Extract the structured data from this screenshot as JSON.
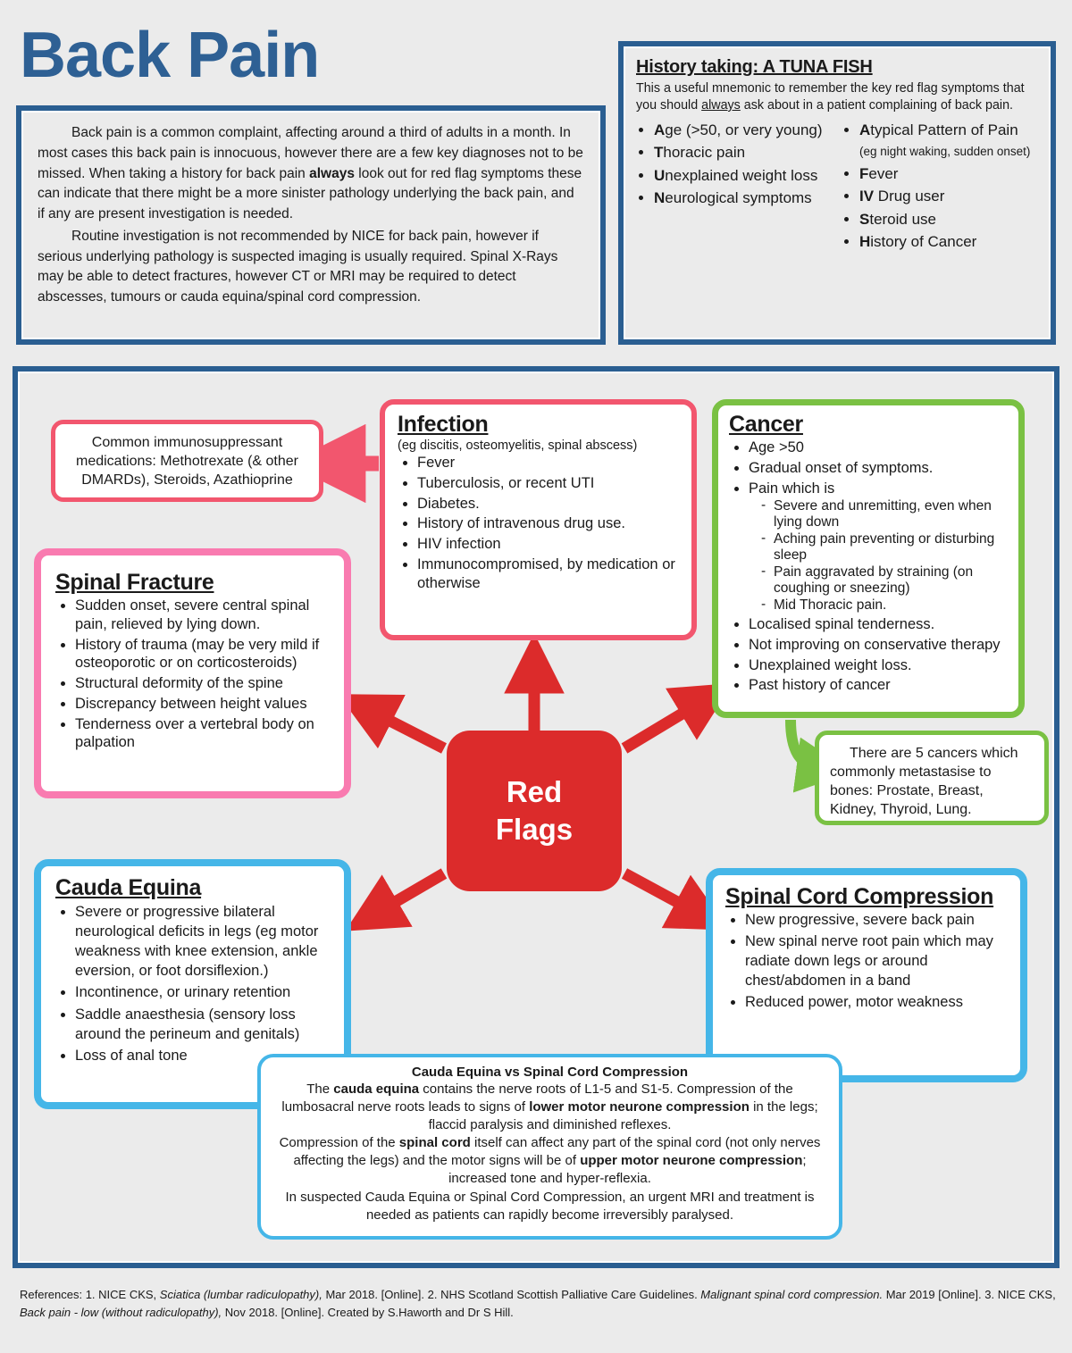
{
  "title": "Back Pain",
  "colors": {
    "header_blue": "#2a5e91",
    "title_blue": "#2e6094",
    "red": "#dc2b2b",
    "coral_pink": "#f2566e",
    "light_pink": "#f97bb0",
    "green": "#7ac143",
    "light_blue": "#45b6e8",
    "page_background": "#ebebeb"
  },
  "intro": {
    "paragraph1_a": "Back pain is a common complaint, affecting around a third of adults in a month. In most cases this back pain is innocuous, however there are a few key diagnoses not to be missed. When taking a history for back pain ",
    "paragraph1_bold": "always",
    "paragraph1_b": " look out for red flag symptoms these can indicate that there might be a more sinister pathology underlying the back pain, and if any are present investigation is needed.",
    "paragraph2": "Routine investigation is not recommended by NICE for back pain, however if serious underlying pathology is suspected imaging is usually required. Spinal X-Rays may be able to detect fractures, however CT or MRI may be required to detect abscesses, tumours or cauda equina/spinal cord compression."
  },
  "mnemonic": {
    "heading": "History taking: A TUNA FISH",
    "intro_a": "This a useful mnemonic to remember the key red flag symptoms that you should ",
    "intro_underline": "always",
    "intro_b": " ask about in a patient complaining of back pain.",
    "column_left": [
      {
        "initial": "A",
        "rest": "ge (>50, or very young)",
        "small": ""
      },
      {
        "initial": "T",
        "rest": "horacic pain",
        "small": ""
      },
      {
        "initial": "U",
        "rest": "nexplained weight loss",
        "small": ""
      },
      {
        "initial": "N",
        "rest": "eurological symptoms",
        "small": ""
      }
    ],
    "column_right": [
      {
        "initial": "A",
        "rest": "typical Pattern of Pain ",
        "small": "(eg night waking, sudden onset)"
      },
      {
        "initial": "F",
        "rest": "ever",
        "small": ""
      },
      {
        "initial": "IV",
        "rest": " Drug user",
        "small": ""
      },
      {
        "initial": "S",
        "rest": "teroid use",
        "small": ""
      },
      {
        "initial": "H",
        "rest": "istory of Cancer",
        "small": ""
      }
    ]
  },
  "center": {
    "label_line1": "Red",
    "label_line2": "Flags"
  },
  "cards": {
    "infection": {
      "title": "Infection",
      "subtitle": "(eg discitis, osteomyelitis, spinal abscess)",
      "items": [
        "Fever",
        "Tuberculosis, or recent UTI",
        "Diabetes.",
        "History of intravenous drug use.",
        "HIV infection",
        "Immunocompromised, by medication or otherwise"
      ]
    },
    "cancer": {
      "title": "Cancer",
      "items": [
        {
          "text": "Age >50",
          "sub": []
        },
        {
          "text": "Gradual onset of symptoms.",
          "sub": []
        },
        {
          "text": "Pain which is",
          "sub": [
            "Severe and unremitting, even when lying down",
            "Aching pain preventing or disturbing sleep",
            "Pain aggravated by straining (on coughing or sneezing)",
            "Mid Thoracic pain."
          ]
        },
        {
          "text": "Localised spinal tenderness.",
          "sub": []
        },
        {
          "text": "Not improving on conservative therapy",
          "sub": []
        },
        {
          "text": "Unexplained weight loss.",
          "sub": []
        },
        {
          "text": "Past history of cancer",
          "sub": []
        }
      ]
    },
    "fracture": {
      "title": "Spinal Fracture",
      "items": [
        "Sudden onset, severe central spinal pain, relieved by lying down.",
        "History of trauma (may be very mild if osteoporotic or on corticosteroids)",
        "Structural deformity of the spine",
        "Discrepancy between height values",
        "Tenderness over a vertebral body on palpation"
      ]
    },
    "cauda_equina": {
      "title": "Cauda Equina",
      "items": [
        "Severe or progressive bilateral neurological deficits in legs (eg motor weakness with knee extension, ankle eversion, or foot dorsiflexion.)",
        "Incontinence, or urinary retention",
        "Saddle anaesthesia (sensory loss around the perineum and genitals)",
        "Loss of anal tone"
      ]
    },
    "spinal_cord_compression": {
      "title": "Spinal Cord Compression",
      "items": [
        "New progressive, severe back pain",
        "New spinal nerve root pain which may radiate down legs or around chest/abdomen in a band",
        "Reduced power, motor weakness"
      ]
    }
  },
  "notes": {
    "immunosuppressants": "Common immunosuppressant medications: Methotrexate (& other DMARDs), Steroids,  Azathioprine",
    "metastasis": "There are 5 cancers which commonly metastasise to bones: Prostate, Breast, Kidney, Thyroid, Lung."
  },
  "comparison": {
    "title": "Cauda Equina vs Spinal Cord Compression",
    "line1_a": "The ",
    "line1_b1": "cauda equina",
    "line1_c": " contains the nerve roots of L1-5 and S1-5. Compression of the lumbosacral nerve roots leads to signs of ",
    "line1_b2": "lower motor neurone compression",
    "line1_d": " in the legs; flaccid paralysis and diminished reflexes.",
    "line2_a": "Compression of the ",
    "line2_b1": "spinal cord",
    "line2_c": " itself can affect any part of the spinal cord (not only nerves affecting the legs) and the motor signs will be of ",
    "line2_b2": "upper motor neurone compression",
    "line2_d": "; increased tone and hyper-reflexia.",
    "line3": "In suspected Cauda Equina or Spinal Cord Compression, an urgent MRI and treatment is needed as patients can rapidly become irreversibly paralysed."
  },
  "references": {
    "prefix": "References: 1. NICE CKS, ",
    "ref1_italic": "Sciatica (lumbar radiculopathy),",
    "mid1": " Mar 2018. [Online].  2. NHS Scotland Scottish Palliative Care Guidelines. ",
    "ref2_italic": "Malignant spinal cord compression.",
    "mid2": " Mar 2019 [Online].  3. NICE CKS, ",
    "ref3_italic": "Back pain - low (without radiculopathy),",
    "suffix": " Nov 2018. [Online]. Created by S.Haworth and Dr S Hill."
  }
}
